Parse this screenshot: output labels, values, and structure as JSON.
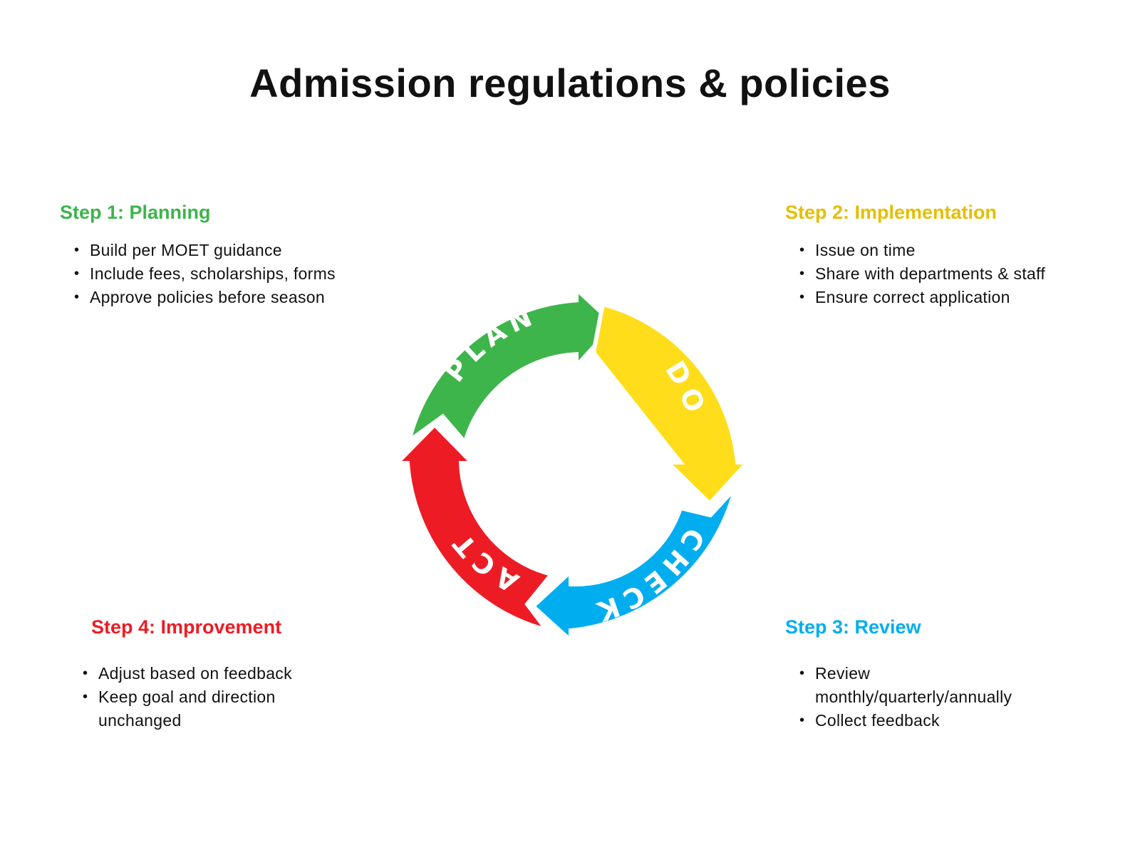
{
  "title": "Admission regulations & policies",
  "colors": {
    "plan": "#3db54a",
    "do": "#ffdd1a",
    "check": "#00aeef",
    "act": "#ed1c24",
    "step2_heading": "#e5be00"
  },
  "cycle": {
    "plan": "PLAN",
    "do": "DO",
    "check": "CHECK",
    "act": "ACT"
  },
  "steps": [
    {
      "heading": "Step 1: Planning",
      "bullets": [
        "Build per MOET guidance",
        "Include fees, scholarships, forms",
        "Approve policies before season"
      ]
    },
    {
      "heading": "Step 2: Implementation",
      "bullets": [
        "Issue on time",
        "Share with departments & staff",
        "Ensure correct application"
      ]
    },
    {
      "heading": "Step 3: Review",
      "bullets": [
        "Review monthly/quarterly/annually",
        "Collect feedback"
      ]
    },
    {
      "heading": "Step 4: Improvement",
      "bullets": [
        "Adjust based on feedback",
        "Keep goal and direction unchanged"
      ]
    }
  ]
}
